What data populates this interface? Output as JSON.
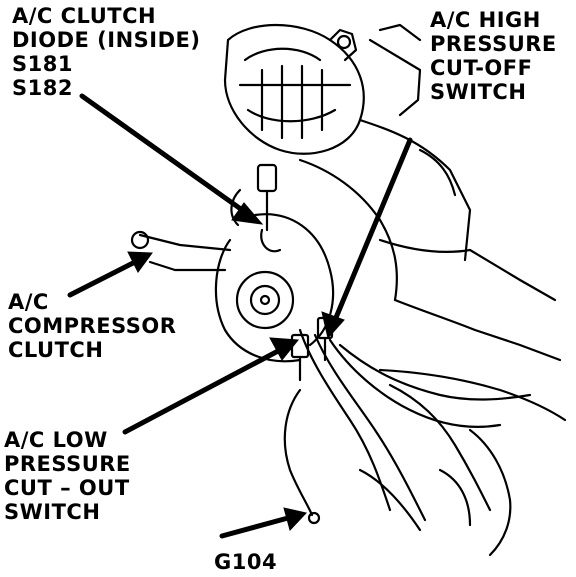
{
  "diagram": {
    "labels": {
      "clutch_diode": [
        "A/C CLUTCH",
        "DIODE (INSIDE)",
        "S181",
        "S182"
      ],
      "high_pressure_switch": [
        "A/C HIGH",
        "PRESSURE",
        "CUT-OFF",
        "SWITCH"
      ],
      "compressor_clutch": [
        "A/C",
        "COMPRESSOR",
        "CLUTCH"
      ],
      "low_pressure_switch": [
        "A/C LOW",
        "PRESSURE",
        "CUT – OUT",
        "SWITCH"
      ],
      "ground": "G104"
    },
    "colors": {
      "ink": "#000000",
      "paper": "#ffffff"
    }
  }
}
